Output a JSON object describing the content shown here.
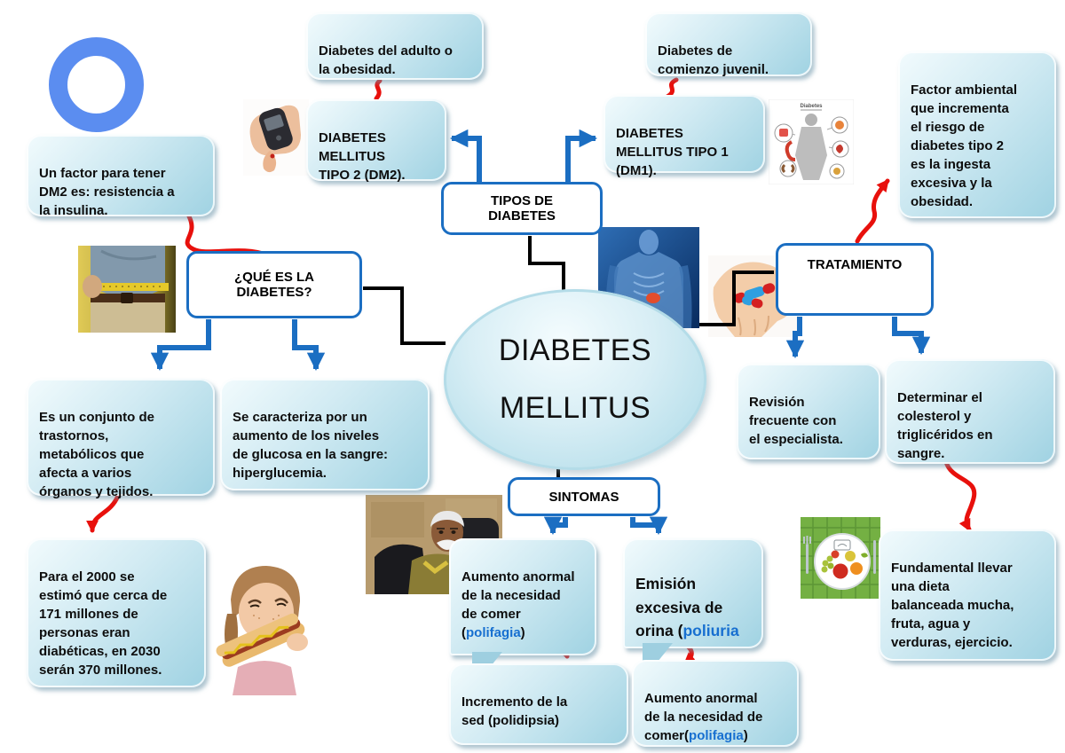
{
  "colors": {
    "accent_blue": "#1b6ec2",
    "connector_red": "#e8100c",
    "connector_black": "#000000",
    "keyword_blue": "#176fd0",
    "bubble_fill": "#c7e6ef",
    "ring_blue": "#5b8df0"
  },
  "center": {
    "line1": "DIABETES",
    "line2": "MELLITUS"
  },
  "topics": {
    "tipos": "TIPOS DE\nDIABETES",
    "que_es": "¿QUÉ ES LA\nDIABETES?",
    "tratamiento": "TRATAMIENTO",
    "sintomas": "SINTOMAS"
  },
  "bubbles": {
    "un_factor": "Un factor para tener\nDM2 es: resistencia a\nla insulina.",
    "dm2_note": "Diabetes del adulto o\nla obesidad.",
    "dm2": "DIABETES\nMELLITUS\nTIPO 2 (DM2).",
    "dm1_note": "Diabetes de\ncomienzo juvenil.",
    "dm1": "DIABETES\nMELLITUS TIPO 1\n(DM1).",
    "factor_ambiental": "Factor ambiental\nque incrementa\nel riesgo de\ndiabetes tipo 2\nes la ingesta\nexcesiva y la\nobesidad.",
    "es_conjunto": "Es  un conjunto de\ntrastornos,\nmetabólicos que\nafecta a varios\nórganos y tejidos.",
    "se_caracteriza": "Se caracteriza por un\naumento de los niveles\nde glucosa en la sangre:\nhiperglucemia.",
    "revision": "Revisión\nfrecuente con\nel especialista.",
    "determinar": "Determinar  el\ncolesterol y\ntriglicéridos en\nsangre.",
    "para_2000": "Para el 2000 se\nestimó que cerca de\n171 millones de\npersonas eran\ndiabéticas, en 2030\nserán 370 millones.",
    "fundamental": "Fundamental llevar\nuna dieta\nbalanceada mucha,\nfruta, agua y\nverduras, ejercicio.",
    "incremento": "Incremento de la\nsed (polidipsia)",
    "aumento_comer_1": {
      "pre": "Aumento anormal\nde la necesidad\nde comer\n(",
      "keyword": "polifagia",
      "post": ")"
    },
    "emision": {
      "pre": "Emisión\nexcesiva de\norina (",
      "keyword": "poliuria",
      "post": ""
    },
    "aumento_comer_2": {
      "pre": "Aumento anormal\nde la necesidad de\ncomer(",
      "keyword": "polifagia",
      "post": ")"
    }
  },
  "photos": {
    "complications_title": "Diabetes"
  }
}
